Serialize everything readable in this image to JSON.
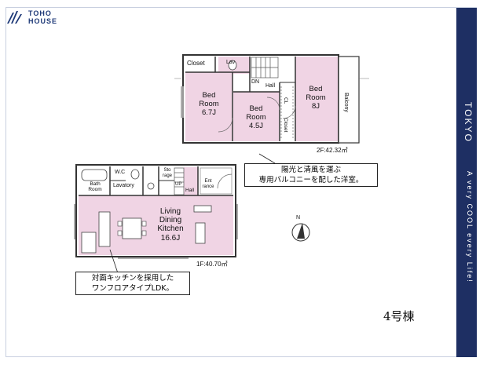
{
  "brand": {
    "line1": "TOHO",
    "line2": "HOUSE"
  },
  "sidebar": {
    "city": "TOKYO",
    "slogan": "A very COOL every Life!"
  },
  "floor2": {
    "area": "2F:42.32㎡",
    "rooms": {
      "closet_top": "Closet",
      "lav": "Lav",
      "dn": "DN",
      "hall": "Hall",
      "bed1_name": "Bed\nRoom",
      "bed1_size": "6.7J",
      "bed2_name": "Bed\nRoom",
      "bed2_size": "4.5J",
      "bed3_name": "Bed\nRoom",
      "bed3_size": "8J",
      "cl": "CL",
      "closet_side": "Closet",
      "balcony": "Balcony"
    }
  },
  "floor1": {
    "area": "1F:40.70㎡",
    "rooms": {
      "bath": "Bath\nRoom",
      "wc": "W.C",
      "lavatory": "Lavatory",
      "storage": "Sto\nrage",
      "up": "UP",
      "hall": "Hall",
      "entrance": "Ent\nrance",
      "ldk_name": "Living\nDining\nKitchen",
      "ldk_size": "16.6J"
    }
  },
  "callouts": {
    "balcony_note": "陽光と清風を運ぶ\n専用バルコニーを配した洋室。",
    "kitchen_note": "対面キッチンを採用した\nワンフロアタイプLDK。"
  },
  "compass": {
    "label": "N"
  },
  "building_no": "4号棟",
  "colors": {
    "room_fill": "#f0d4e4",
    "wall": "#333333",
    "navy": "#1e2f63"
  }
}
